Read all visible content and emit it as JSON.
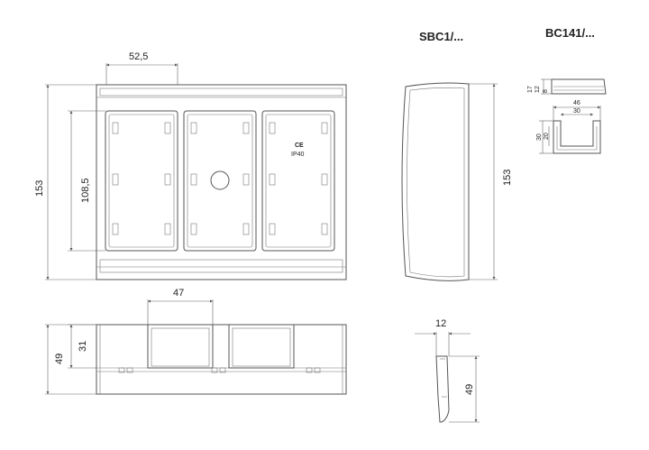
{
  "titles": {
    "sbc": "SBC1/...",
    "bc": "BC141/..."
  },
  "front_view": {
    "width_label": "52,5",
    "height_label": "153",
    "inner_height_label": "108,5",
    "marks": [
      "CE",
      "IP40"
    ]
  },
  "bottom_view": {
    "width_label": "47",
    "height_label": "49",
    "inner_height_label": "31"
  },
  "side_view": {
    "height_label": "153"
  },
  "small_side_view": {
    "width_label": "12",
    "height_label": "49"
  },
  "bc141_profile": {
    "dims_stack": [
      "17",
      "12",
      "8"
    ]
  },
  "bc141_section": {
    "outer_width": "46",
    "inner_width": "30",
    "outer_height": "30",
    "inner_height": "20"
  }
}
